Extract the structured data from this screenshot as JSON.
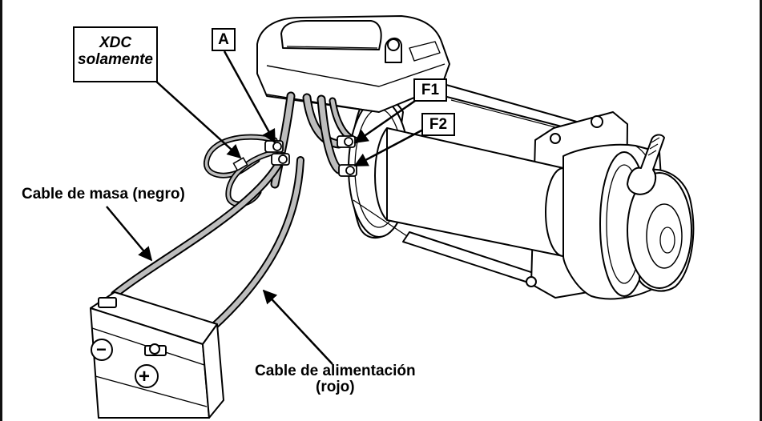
{
  "labels": {
    "xdc_line1": "XDC",
    "xdc_line2": "solamente",
    "a": "A",
    "f1": "F1",
    "f2": "F2",
    "ground_cable": "Cable de masa (negro)",
    "power_cable_line1": "Cable de alimentación",
    "power_cable_line2": "(rojo)"
  },
  "battery": {
    "minus_symbol": "−",
    "plus_symbol": "+"
  }
}
